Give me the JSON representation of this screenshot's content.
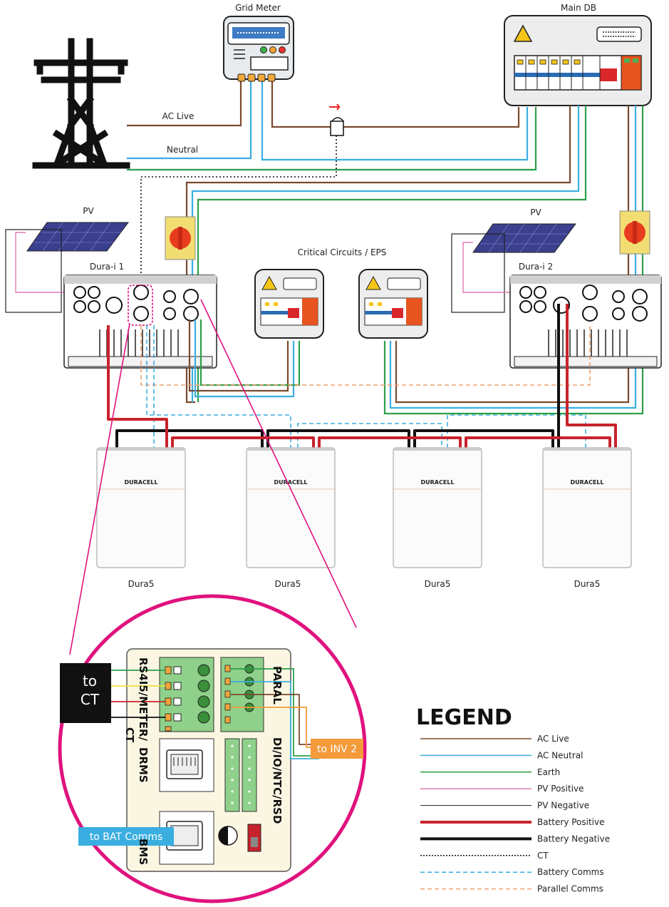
{
  "labels": {
    "grid_meter": "Grid Meter",
    "main_db": "Main DB",
    "ac_live": "AC Live",
    "neutral": "Neutral",
    "pv_left": "PV",
    "pv_right": "PV",
    "critical": "Critical Circuits / EPS",
    "inverter1": "Dura-i 1",
    "inverter2": "Dura-i 2",
    "battery_label": "Dura5",
    "brand": "DURACELL"
  },
  "detail": {
    "to_ct": [
      "to",
      "CT"
    ],
    "rs485": "RS4I5/METER/",
    "ct": "CT",
    "drms": "DRMS",
    "bms": "BMS",
    "paral": "PARAL",
    "dio": "DI/IO/NTC/RSD",
    "to_inv2": "to INV 2",
    "to_bat": "to BAT Comms"
  },
  "legend": {
    "title": "LEGEND",
    "items": [
      {
        "label": "AC Live",
        "color": "#7a4a2e",
        "style": "solid",
        "weight": 1.5
      },
      {
        "label": "AC Neutral",
        "color": "#3aaee0",
        "style": "solid",
        "weight": 1.5
      },
      {
        "label": "Earth",
        "color": "#2e9e4a",
        "style": "solid",
        "weight": 1.5
      },
      {
        "label": "PV Positive",
        "color": "#e07ab0",
        "style": "solid",
        "weight": 1.5
      },
      {
        "label": "PV Negative",
        "color": "#222222",
        "style": "solid",
        "weight": 1
      },
      {
        "label": "Battery Positive",
        "color": "#c8232c",
        "style": "solid",
        "weight": 4
      },
      {
        "label": "Battery Negative",
        "color": "#111111",
        "style": "solid",
        "weight": 4
      },
      {
        "label": "CT",
        "color": "#111111",
        "style": "dotted",
        "weight": 1.5
      },
      {
        "label": "Battery Comms",
        "color": "#3aaee0",
        "style": "dashed",
        "weight": 1.5
      },
      {
        "label": "Parallel Comms",
        "color": "#f0a070",
        "style": "dashed",
        "weight": 1.5
      }
    ]
  },
  "colors": {
    "ac_live": "#7a4a2e",
    "neutral": "#3aaee0",
    "earth": "#2e9e4a",
    "bat_pos": "#c8232c",
    "bat_neg": "#111111",
    "magenta": "#e0127e",
    "orange": "#f39a3a",
    "blue": "#3aaee0"
  }
}
